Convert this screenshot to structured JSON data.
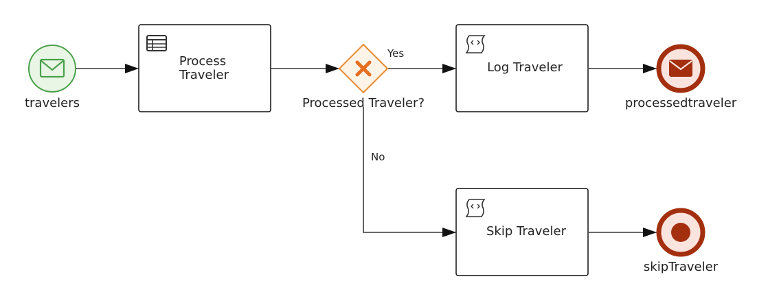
{
  "events": {
    "start": {
      "label": "travelers",
      "icon": "envelope-icon"
    },
    "end_message": {
      "label": "processedtraveler",
      "icon": "envelope-filled-icon"
    },
    "end_terminate": {
      "label": "skipTraveler",
      "icon": "terminate-icon"
    }
  },
  "tasks": {
    "process": {
      "line1": "Process",
      "line2": "Traveler",
      "icon": "business-rule-icon"
    },
    "log": {
      "label": "Log Traveler",
      "icon": "script-icon"
    },
    "skip": {
      "label": "Skip Traveler",
      "icon": "script-icon"
    }
  },
  "gateway": {
    "label": "Processed Traveler?",
    "icon": "exclusive-gateway-x-icon"
  },
  "flows": {
    "yes": "Yes",
    "no": "No"
  },
  "colors": {
    "start_stroke": "#4aa14a",
    "start_fill": "#e9f6e6",
    "end_stroke": "#a32f0e",
    "end_fill": "#fbe3de",
    "gateway_stroke": "#e68a2e",
    "gateway_fill": "#fdf3e7",
    "line": "#111111"
  }
}
